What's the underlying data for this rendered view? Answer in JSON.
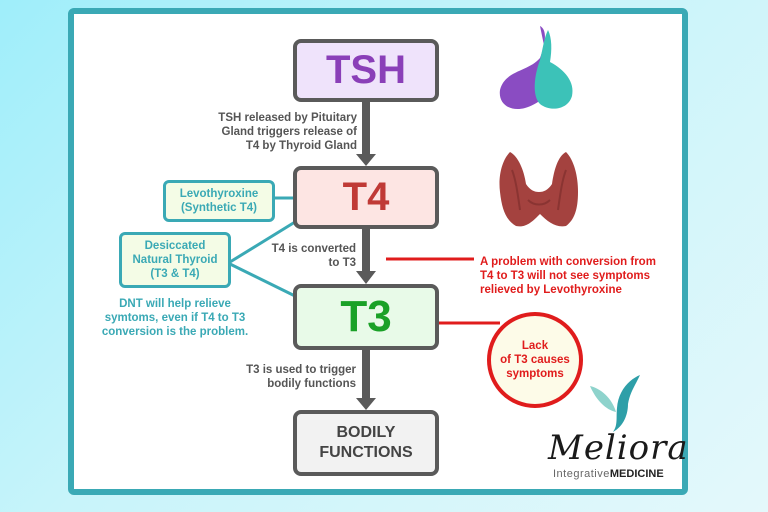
{
  "diagram": {
    "nodes": {
      "tsh": "TSH",
      "t4": "T4",
      "t3": "T3",
      "bodily_line1": "BODILY",
      "bodily_line2": "FUNCTIONS"
    },
    "edge_labels": {
      "tsh_to_t4": [
        "TSH released by Pituitary",
        "Gland triggers release of",
        "T4 by Thyroid Gland"
      ],
      "t4_to_t3": [
        "T4 is converted",
        "to T3"
      ],
      "t3_to_body": [
        "T3 is used to trigger",
        "bodily functions"
      ]
    },
    "treatments": {
      "levothyroxine": [
        "Levothyroxine",
        "(Synthetic T4)"
      ],
      "dnt": [
        "Desiccated",
        "Natural Thyroid",
        "(T3 & T4)"
      ],
      "dnt_note": [
        "DNT will help relieve",
        "symtoms, even if T4 to T3",
        "conversion is the problem."
      ]
    },
    "warnings": {
      "conversion": [
        "A problem with conversion from",
        "T4 to T3 will not see symptoms",
        "relieved by Levothyroxine"
      ],
      "lack_t3": [
        "Lack",
        "of T3 causes",
        "symptoms"
      ]
    },
    "images": {
      "pituitary": "pituitary-gland-illustration",
      "thyroid": "thyroid-gland-illustration"
    },
    "colors": {
      "frame": "#3aa9b5",
      "tsh": "#8a3fb8",
      "t4": "#c03a36",
      "t3": "#1aa127",
      "warning": "#e01c1c",
      "treatment": "#3aa9b5"
    }
  },
  "logo": {
    "name": "Meliora",
    "sub_light": "Integrative",
    "sub_bold": "MEDICINE"
  }
}
